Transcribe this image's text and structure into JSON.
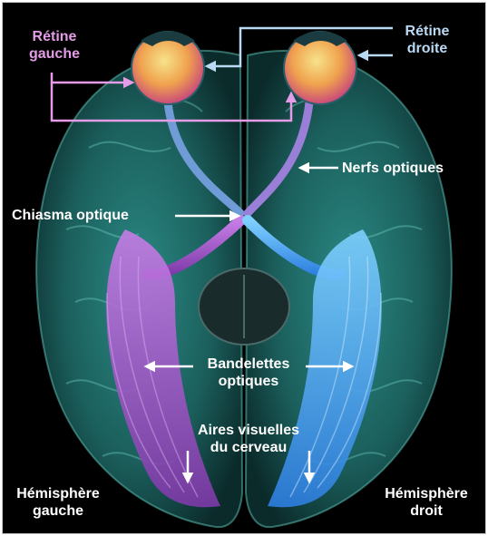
{
  "labels": {
    "retina_left": [
      "Rétine",
      "gauche"
    ],
    "retina_right": [
      "Rétine",
      "droite"
    ],
    "optic_nerves": "Nerfs optiques",
    "optic_chiasm": "Chiasma optique",
    "optic_tracts": [
      "Bandelettes",
      "optiques"
    ],
    "visual_areas": [
      "Aires visuelles",
      "du cerveau"
    ],
    "hemisphere_left": [
      "Hémisphère",
      "gauche"
    ],
    "hemisphere_right": [
      "Hémisphère",
      "droit"
    ]
  },
  "colors": {
    "background": "#000000",
    "brain": "#1d6f6c",
    "brain_highlight": "#5fc7bb",
    "left_pathway": "#b25ad8",
    "right_pathway": "#4fb4ff",
    "left_label": "#e59ce6",
    "right_label": "#b9d9f4",
    "arrow": "#ffffff"
  }
}
